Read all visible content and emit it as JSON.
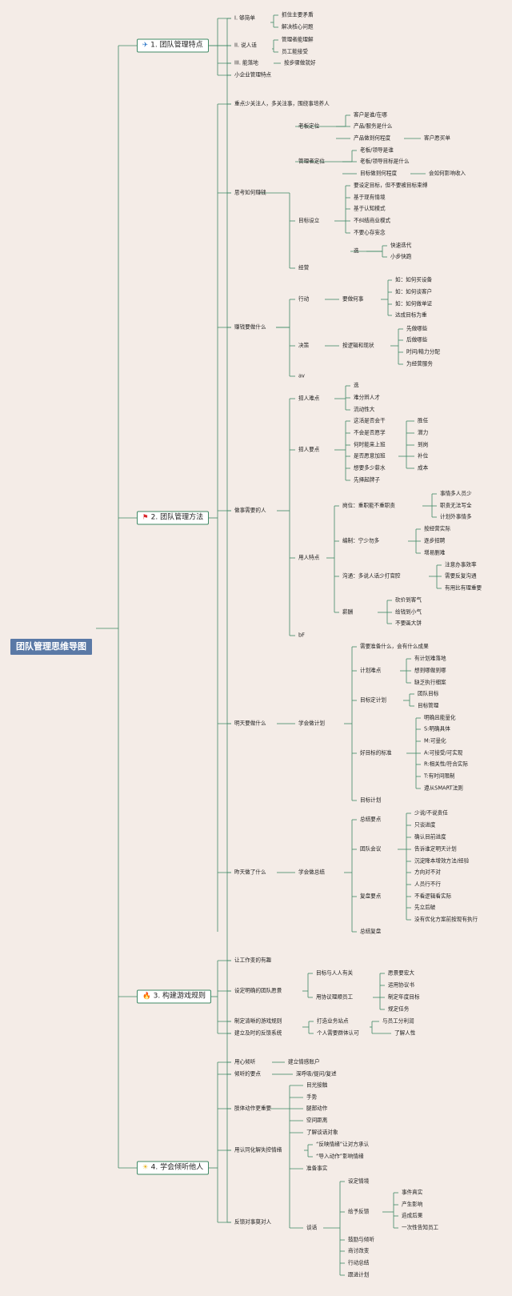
{
  "title": "团队管理思维导图",
  "colors": {
    "background": "#f4ece7",
    "root": "#5a79a6",
    "line": "#3f8a66"
  },
  "branches": [
    {
      "label": "1. 团队管理特点",
      "icon": "paper-plane-icon",
      "glyph": "✈",
      "icon_color": "#2f79c9"
    },
    {
      "label": "2. 团队管理方法",
      "icon": "red-flag-icon",
      "glyph": "⚑",
      "icon_color": "#d9262a"
    },
    {
      "label": "3. 构建游戏规则",
      "icon": "fire-icon",
      "glyph": "🔥",
      "icon_color": "#e8542a"
    },
    {
      "label": "4. 学会倾听他人",
      "icon": "sun-icon",
      "glyph": "☀",
      "icon_color": "#e8b420"
    }
  ],
  "nodes": [
    "I. 够简单",
    "抓住主要矛盾",
    "解决核心问题",
    "II. 说人话",
    "管理者能理解",
    "员工能接受",
    "III. 能落地",
    "按步骤做就好",
    "小企业管理特点",
    "重点少关注人，多关注事，围绕事培养人",
    "思考如何赚钱",
    "老板定位",
    "客户是谁/在哪",
    "产品/服务是什么",
    "产品做到何程度",
    "客户愿买单",
    "管理者定位",
    "老板/领导是谁",
    "老板/领导目标是什么",
    "目标做到何程度",
    "会如何影响收入",
    "目标设立",
    "要设定目标，但不要被目标束缚",
    "基于现有情境",
    "基于认知模式",
    "不纠结商业模式",
    "不要心存妄念",
    "迭",
    "快速迭代",
    "小步快跑",
    "经营",
    "赚钱要做什么",
    "行动",
    "要做何事",
    "如：如何买设备",
    "如：如何谈客户",
    "如：如何做单证",
    "达成目标为重",
    "决策",
    "按逻辑和现状",
    "先做哪些",
    "后做哪些",
    "时间/精力分配",
    "为经营服务",
    "av",
    "做事需要的人",
    "招人难点",
    "迭",
    "难分辨人才",
    "流动性大",
    "招人要点",
    "这活是否会干",
    "胜任",
    "不会是否愿学",
    "潜力",
    "何时能来上班",
    "到岗",
    "是否愿意加班",
    "补位",
    "想要多少薪水",
    "成本",
    "先择起牌子",
    "用人特点",
    "岗位：重职能不重职责",
    "事情多人员少",
    "职责无法写全",
    "计划外事情多",
    "编制：宁少勿多",
    "按经营实际",
    "逐步招聘",
    "增易删难",
    "沟通：多说人话少打官腔",
    "注意办事效率",
    "需要反复沟通",
    "有用比有理重要",
    "薪酬",
    "砍价到客气",
    "给钱到小气",
    "不要画大饼",
    "bF",
    "明天要做什么",
    "学会做计划",
    "需要准备什么，会有什么成果",
    "计划难点",
    "有计划难落地",
    "想到哪做到哪",
    "缺乏执行细案",
    "目标定计划",
    "团队目标",
    "目标管理",
    "好目标的标准",
    "明确且能量化",
    "S:明确具体",
    "M:可量化",
    "A:可接受/可实现",
    "R:相关性/符合实际",
    "T:有时间限制",
    "遵从SMART法则",
    "目标计划",
    "昨天做了什么",
    "学会做总结",
    "总结要点",
    "少说/不说责任",
    "只谈进度",
    "团队会议",
    "确认目前进度",
    "告诉谁定明天计划",
    "沉淀降本增效方法/经验",
    "复盘要点",
    "方向对不对",
    "人员行不行",
    "不看逻辑看实际",
    "先立后破",
    "没有优化方案前按现有执行",
    "总结复盘",
    "让工作变的有趣",
    "设定明确的团队愿景",
    "目标与人人有关",
    "愿景要宏大",
    "用协议理顺员工",
    "运用协议书",
    "制定年度目标",
    "规定任务",
    "制定清晰的游戏规则",
    "打造业务站点",
    "与员工分利润",
    "建立及时的反馈系统",
    "个人需要群体认可",
    "了解人性",
    "用心倾听",
    "建立情感账户",
    "倾听的要点",
    "深呼吸/提问/复述",
    "肢体动作更重要",
    "目光接触",
    "手势",
    "腿部动作",
    "空间距离",
    "了解谈话对象",
    "用认同化解失控情绪",
    "“反映情绪”让对方承认",
    "“导入动作”影响情绪",
    "反馈对事莫对人",
    "准备事实",
    "谈话",
    "设定情境",
    "给予反馈",
    "事件真实",
    "产生影响",
    "造成后果",
    "一次性告知员工",
    "鼓励与倾听",
    "商讨改变",
    "行动总结",
    "跟进计划"
  ]
}
